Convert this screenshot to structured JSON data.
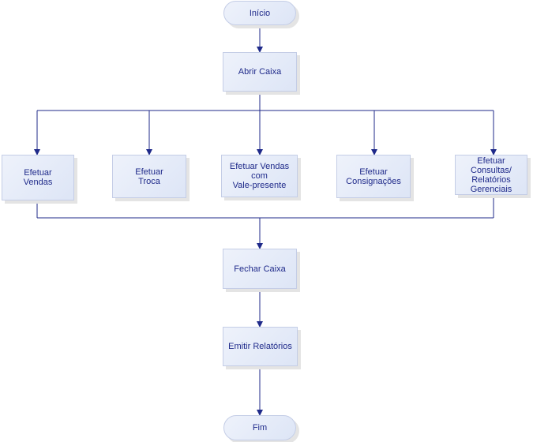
{
  "nodes": {
    "inicio": "Início",
    "abrir_caixa": "Abrir Caixa",
    "efetuar_vendas": "Efetuar\nVendas",
    "efetuar_troca": "Efetuar\nTroca",
    "efetuar_vendas_vale": "Efetuar Vendas\ncom\nVale-presente",
    "efetuar_consignacoes": "Efetuar\nConsignações",
    "efetuar_consultas": "Efetuar\nConsultas/\nRelatórios\nGerenciais",
    "fechar_caixa": "Fechar Caixa",
    "emitir_relatorios": "Emitir Relatórios",
    "fim": "Fim"
  },
  "colors": {
    "text": "#1f2a8a",
    "connector": "#1f2a8a",
    "node_fill": "#e4eaf8",
    "node_border": "#c4cde6"
  }
}
